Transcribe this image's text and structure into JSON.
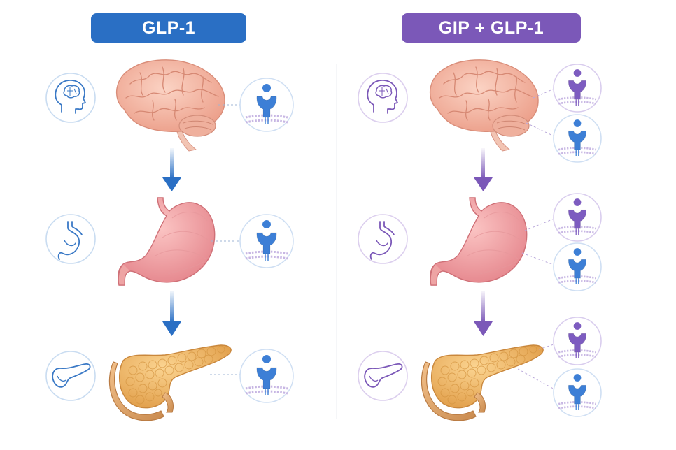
{
  "panels": [
    {
      "title": "GLP-1",
      "accent": "#2a6fc4",
      "icon_ring": "#c9dcf1",
      "organ_icons": [
        "brain-head-icon",
        "stomach-icon",
        "pancreas-icon"
      ],
      "receptors": [
        "GLP-1 receptor",
        "GLP-1 receptor",
        "GLP-1 receptor"
      ]
    },
    {
      "title": "GIP + GLP-1",
      "accent": "#7b58b8",
      "icon_ring": "#dccfee",
      "organ_icons": [
        "brain-head-icon",
        "stomach-icon",
        "pancreas-icon"
      ],
      "receptors": [
        "GIP receptor",
        "GLP-1 receptor",
        "GIP receptor",
        "GLP-1 receptor",
        "GIP receptor",
        "GLP-1 receptor"
      ]
    }
  ],
  "colors": {
    "glp1_receptor": "#3d7fd6",
    "gip_receptor": "#7d5cc0",
    "brain": "#f3b5a2",
    "stomach": "#f2a3a4",
    "pancreas": "#eeb25d"
  }
}
